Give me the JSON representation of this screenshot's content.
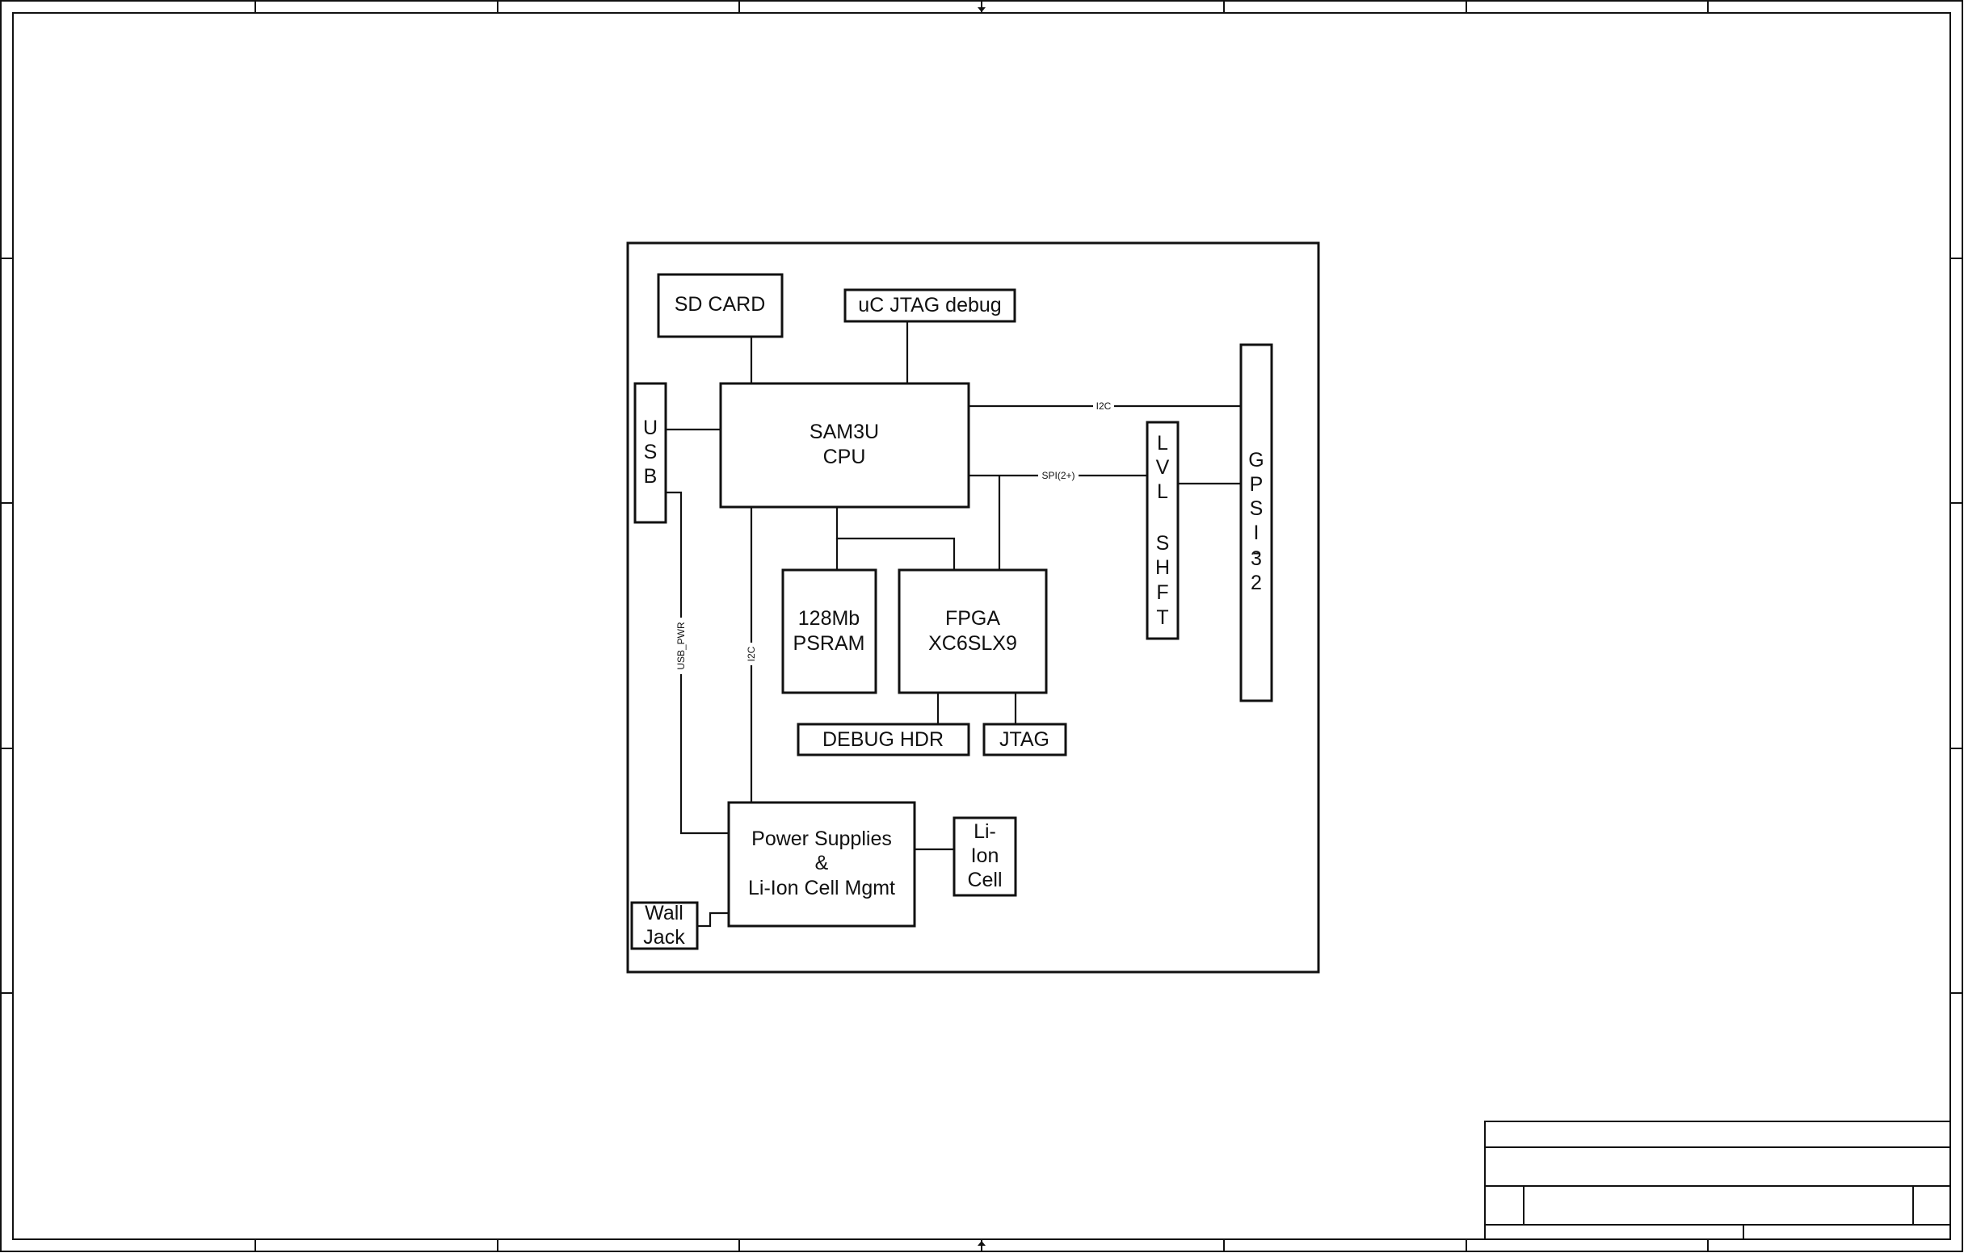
{
  "blocks": {
    "sd_card": "SD CARD",
    "jtag_debug": "uC JTAG debug",
    "usb": [
      "U",
      "S",
      "B"
    ],
    "cpu": [
      "SAM3U",
      "CPU"
    ],
    "psram": [
      "128Mb",
      "PSRAM"
    ],
    "fpga": [
      "FPGA",
      "XC6SLX9"
    ],
    "debug_hdr": "DEBUG HDR",
    "jtag": "JTAG",
    "lvl_shft": [
      "L",
      "V",
      "L",
      "S",
      "H",
      "F",
      "T"
    ],
    "gpsi": [
      "G",
      "P",
      "S",
      "I",
      "-",
      "3",
      "2"
    ],
    "power": [
      "Power Supplies",
      "&",
      "Li-Ion Cell Mgmt"
    ],
    "li_ion": [
      "Li-",
      "Ion",
      "Cell"
    ],
    "wall_jack": [
      "Wall",
      "Jack"
    ]
  },
  "signals": {
    "cpu_gpsi": "I2C",
    "cpu_lvl": "SPI(2+)",
    "usb_pwr": "USB_PWR",
    "cpu_power": "I2C"
  }
}
